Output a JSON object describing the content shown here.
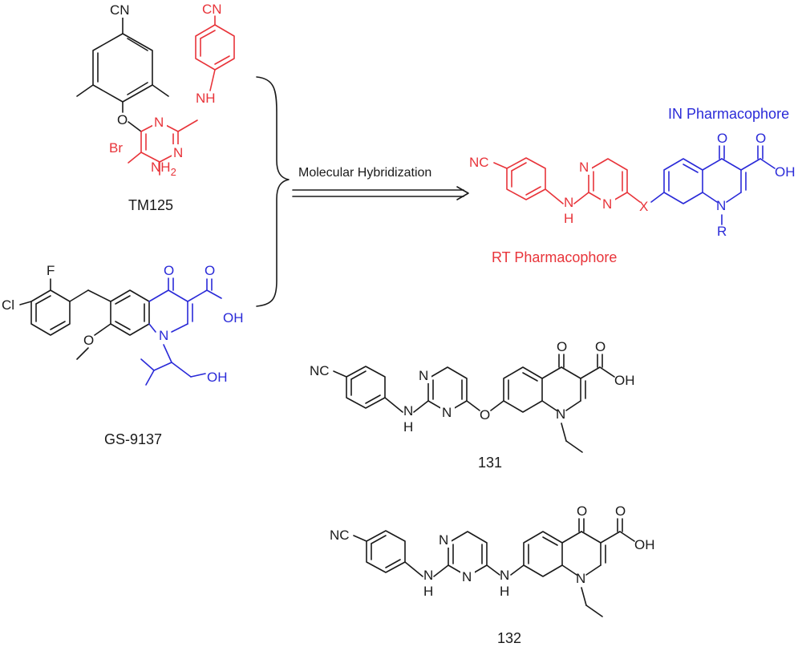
{
  "colors": {
    "rt": "#e8343a",
    "in": "#2a2ad8",
    "base": "#1a1a1a"
  },
  "compounds": {
    "tm125": "TM125",
    "gs9137": "GS-9137",
    "c131": "131",
    "c132": "132"
  },
  "arrow_label": "Molecular Hybridization",
  "pharmacophores": {
    "in": "IN Pharmacophore",
    "rt": "RT Pharmacophore"
  },
  "atoms": {
    "CN": "CN",
    "NC": "NC",
    "O": "O",
    "N": "N",
    "NH": "NH",
    "H": "H",
    "Br": "Br",
    "NH2": "NH",
    "sub2": "2",
    "OH": "OH",
    "Cl": "Cl",
    "F": "F",
    "X": "X",
    "R": "R"
  }
}
